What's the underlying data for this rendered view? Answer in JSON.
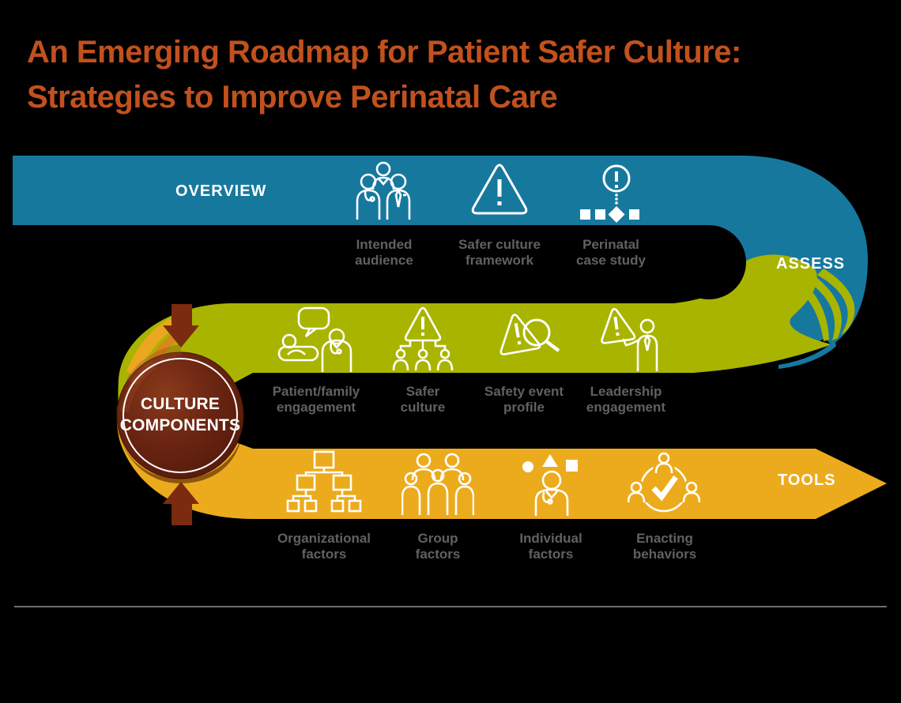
{
  "title": {
    "line1": "An Emerging Roadmap for Patient Safer Culture:",
    "line2": "Strategies to Improve Perinatal Care"
  },
  "hub": {
    "line1": "CULTURE",
    "line2": "COMPONENTS"
  },
  "bands": {
    "overview": {
      "label": "OVERVIEW",
      "items": [
        {
          "line1": "Intended",
          "line2": "audience",
          "icon": "care-team-icon"
        },
        {
          "line1": "Safer culture",
          "line2": "framework",
          "icon": "warning-triangle-icon"
        },
        {
          "line1": "Perinatal",
          "line2": "case study",
          "icon": "alert-milestones-icon"
        }
      ]
    },
    "assess": {
      "label": "ASSESS",
      "items": [
        {
          "line1": "Patient/family",
          "line2": "engagement",
          "icon": "patient-clinician-conversation-icon"
        },
        {
          "line1": "Safer",
          "line2": "culture",
          "icon": "warning-triangle-team-icon"
        },
        {
          "line1": "Safety event",
          "line2": "profile",
          "icon": "warning-triangle-magnifier-icon"
        },
        {
          "line1": "Leadership",
          "line2": "engagement",
          "icon": "warning-triangle-presenter-icon"
        }
      ]
    },
    "tools": {
      "label": "TOOLS",
      "items": [
        {
          "line1": "Organizational",
          "line2": "factors",
          "icon": "org-chart-icon"
        },
        {
          "line1": "Group",
          "line2": "factors",
          "icon": "people-group-icon"
        },
        {
          "line1": "Individual",
          "line2": "factors",
          "icon": "clinician-shapes-icon"
        },
        {
          "line1": "Enacting",
          "line2": "behaviors",
          "icon": "circle-checkmark-people-icon"
        }
      ]
    }
  },
  "colors": {
    "background": "#000000",
    "title": "#C1511D",
    "overview_band": "#17789E",
    "assess_band": "#A9B400",
    "tools_band": "#ECAB1D",
    "hub": "#682413",
    "arrows": "#7B2B10",
    "item_label": "#606163",
    "band_text": "#FFFFFF"
  }
}
